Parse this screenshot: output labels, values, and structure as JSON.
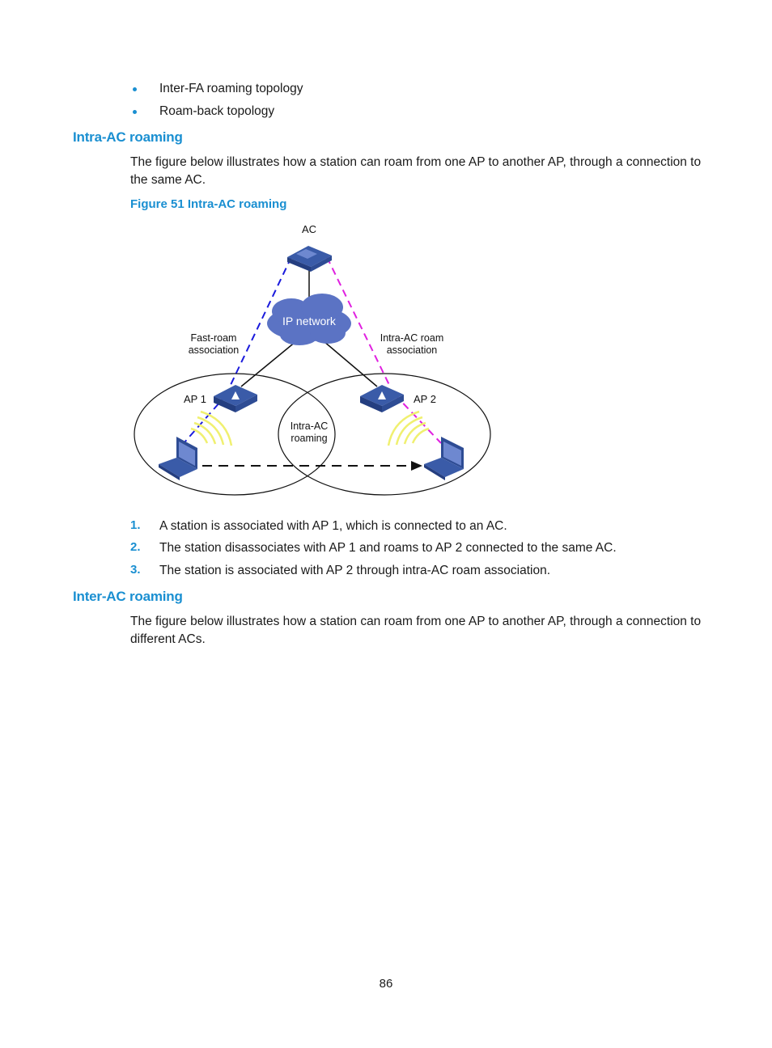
{
  "bullets": [
    "Inter-FA roaming topology",
    "Roam-back topology"
  ],
  "section1": {
    "heading": "Intra-AC roaming",
    "paragraph": "The figure below illustrates how a station can roam from one AP to another AP, through a connection to the same AC.",
    "figure_caption": "Figure 51 Intra-AC roaming"
  },
  "diagram": {
    "ac_label": "AC",
    "cloud_label": "IP network",
    "fast_roam_line1": "Fast-roam",
    "fast_roam_line2": "association",
    "intra_roam_line1": "Intra-AC roam",
    "intra_roam_line2": "association",
    "ap1_label": "AP 1",
    "ap2_label": "AP 2",
    "roaming_line1": "Intra-AC",
    "roaming_line2": "roaming",
    "colors": {
      "device": "#3a5ba8",
      "cloud": "#5b73c4",
      "fast_line": "#1a1adc",
      "intra_line": "#e020e0",
      "signal": "#f0f070"
    }
  },
  "steps": [
    {
      "num": "1.",
      "text": "A station is associated with AP 1, which is connected to an AC."
    },
    {
      "num": "2.",
      "text": "The station disassociates with AP 1 and roams to AP 2 connected to the same AC."
    },
    {
      "num": "3.",
      "text": "The station is associated with AP 2 through intra-AC roam association."
    }
  ],
  "section2": {
    "heading": "Inter-AC roaming",
    "paragraph": "The figure below illustrates how a station can roam from one AP to another AP, through a connection to different ACs."
  },
  "page_number": "86"
}
